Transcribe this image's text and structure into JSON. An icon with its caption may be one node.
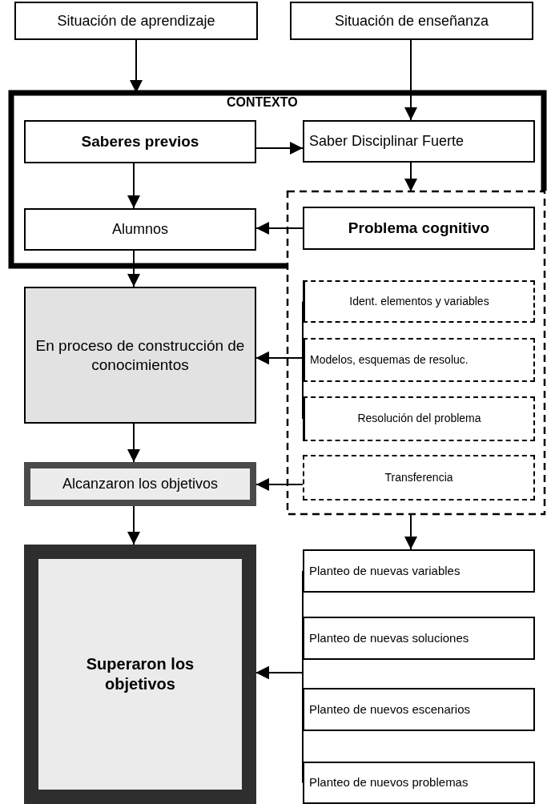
{
  "diagram": {
    "nodes": [
      {
        "text": [
          "Situación de aprendizaje"
        ]
      },
      {
        "text": [
          "Situación de enseñanza"
        ]
      },
      {
        "text": [
          "CONTEXTO"
        ]
      },
      {
        "text": [
          "Saberes previos"
        ],
        "in": 2
      },
      {
        "text": [
          "Saber Disciplinar Fuerte"
        ],
        "in": 2
      },
      {
        "text": [
          "Alumnos"
        ],
        "in": 2
      },
      {
        "text": [],
        "shape": "box"
      },
      {
        "text": [
          "Problema cognitivo"
        ]
      },
      {
        "text": [
          "Ident. elementos y variables"
        ],
        "in": 6
      },
      {
        "text": [
          "Modelos, esquemas de resoluc."
        ],
        "in": 6
      },
      {
        "text": [
          "Resolución del problema"
        ],
        "in": 6
      },
      {
        "text": [
          "Transferencia"
        ],
        "in": 6
      },
      {
        "text": [
          "En proceso de construcción de conocimientos"
        ]
      },
      {
        "text": [
          "Alcanzaron los objetivos"
        ]
      },
      {
        "text": [
          "Superaron los objetivos"
        ]
      },
      {
        "text": [
          "Planteo de nuevas variables"
        ]
      },
      {
        "text": [
          "Planteo de nuevas soluciones"
        ]
      },
      {
        "text": [
          "Planteo de nuevos escenarios"
        ]
      },
      {
        "text": [
          "Planteo de nuevos problemas"
        ]
      }
    ],
    "edges": [
      {
        "from": 0,
        "to": 2,
        "arrow": "to"
      },
      {
        "from": 1,
        "to": 4,
        "arrow": "to"
      },
      {
        "from": 3,
        "to": 4,
        "arrow": "to"
      },
      {
        "from": 3,
        "to": 5,
        "arrow": "to"
      },
      {
        "from": 4,
        "to": 6,
        "arrow": "to"
      },
      {
        "from": 7,
        "to": 5,
        "arrow": "to"
      },
      {
        "from": 5,
        "to": 12,
        "arrow": "to"
      },
      {
        "from": 8,
        "to": 12,
        "arrow": "to"
      },
      {
        "from": 9,
        "to": 12,
        "arrow": "to"
      },
      {
        "from": 10,
        "to": 12,
        "arrow": "to"
      },
      {
        "from": 11,
        "to": 13,
        "arrow": "to"
      },
      {
        "from": 12,
        "to": 13,
        "arrow": "to"
      },
      {
        "from": 13,
        "to": 14,
        "arrow": "to"
      },
      {
        "from": 6,
        "to": 15,
        "arrow": "to"
      },
      {
        "from": 15,
        "to": 14,
        "arrow": "to"
      },
      {
        "from": 16,
        "to": 14,
        "arrow": "to"
      },
      {
        "from": 17,
        "to": 14,
        "arrow": "to"
      },
      {
        "from": 18,
        "to": 14,
        "arrow": "to"
      }
    ]
  }
}
